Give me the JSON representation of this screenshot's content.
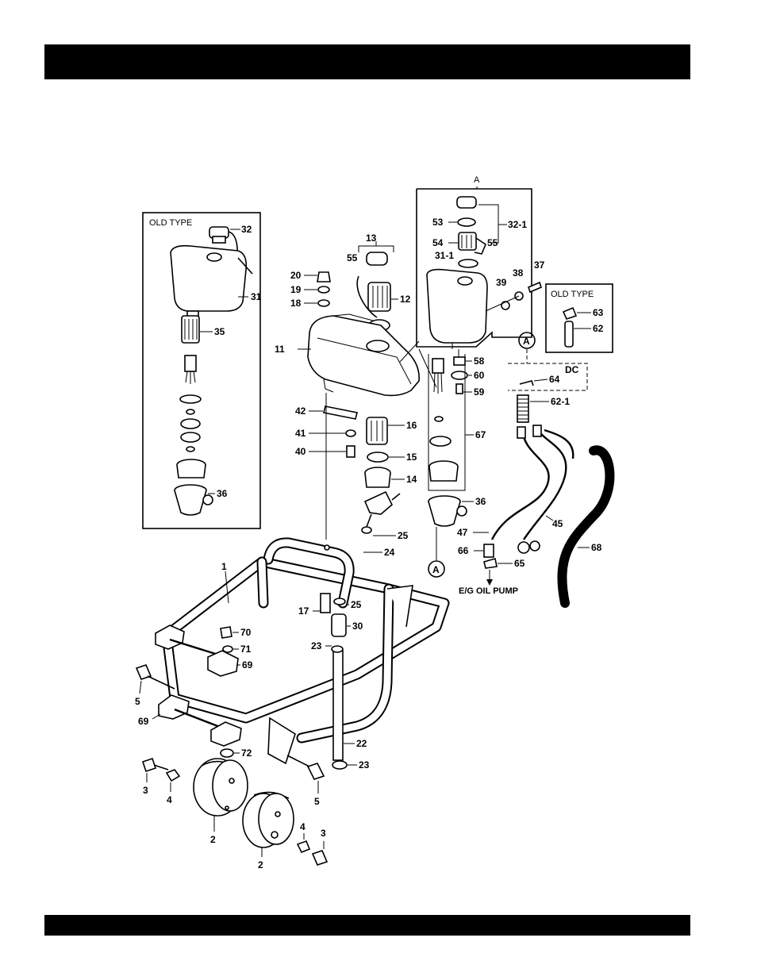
{
  "callouts": {
    "old_type_left": "OLD TYPE",
    "old_type_right": "OLD TYPE",
    "detail_a_top": "A",
    "detail_a_ref1": "A",
    "detail_a_ref2": "A",
    "dc": "DC",
    "eg_oil_pump": "E/G OIL PUMP"
  },
  "part_numbers": {
    "p1": "1",
    "p2a": "2",
    "p2b": "2",
    "p3a": "3",
    "p3b": "3",
    "p4a": "4",
    "p4b": "4",
    "p5a": "5",
    "p5b": "5",
    "p11": "11",
    "p12": "12",
    "p13": "13",
    "p14": "14",
    "p15": "15",
    "p16": "16",
    "p17": "17",
    "p18": "18",
    "p19": "19",
    "p20": "20",
    "p22": "22",
    "p23a": "23",
    "p23b": "23",
    "p24": "24",
    "p25a": "25",
    "p25b": "25",
    "p30": "30",
    "p31": "31",
    "p31_1": "31-1",
    "p32": "32",
    "p32_1": "32-1",
    "p35": "35",
    "p36a": "36",
    "p36b": "36",
    "p37": "37",
    "p38": "38",
    "p39": "39",
    "p40": "40",
    "p41": "41",
    "p42": "42",
    "p45": "45",
    "p47": "47",
    "p53": "53",
    "p54": "54",
    "p55a": "55",
    "p55b": "55",
    "p58": "58",
    "p59": "59",
    "p60": "60",
    "p62": "62",
    "p62_1": "62-1",
    "p63": "63",
    "p64": "64",
    "p65": "65",
    "p66": "66",
    "p67": "67",
    "p68": "68",
    "p69a": "69",
    "p69b": "69",
    "p70": "70",
    "p71": "71",
    "p72": "72"
  }
}
